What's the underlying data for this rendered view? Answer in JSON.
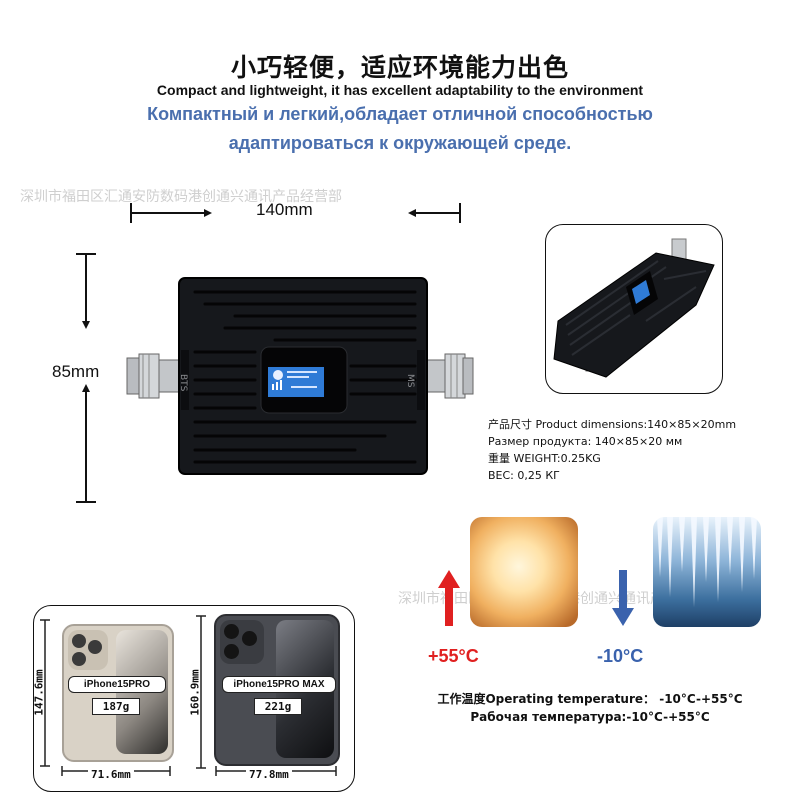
{
  "headline": {
    "zh": "小巧轻便，适应环境能力出色",
    "en": "Compact and lightweight, it has excellent adaptability to the environment",
    "ru_line1": "Компактный и легкий,обладает отличной способностью",
    "ru_line2": "адаптироваться к окружающей среде."
  },
  "watermark": {
    "text": "深圳市福田区汇通安防数码港创通兴通讯产品经营部"
  },
  "dimensions": {
    "width_label": "140mm",
    "height_label": "85mm"
  },
  "device": {
    "left_port_label": "BTS",
    "right_port_label": "MS"
  },
  "specs": {
    "line1": "产品尺寸 Product dimensions:140×85×20mm",
    "line2": "Размер продукта: 140×85×20 мм",
    "line3": "重量 WEIGHT:0.25KG",
    "line4": "ВЕС: 0,25 КГ"
  },
  "temperature": {
    "high": "+55°C",
    "low": "-10°C",
    "operating_line": "工作温度Operating temperature： -10°C-+55°C",
    "operating_line_ru": "Рабочая температура:-10°C-+55°C",
    "hot_color": "#e02020",
    "cold_color": "#3a62ad"
  },
  "phones": [
    {
      "name": "iPhone15PRO",
      "weight": "187g",
      "height": "147.6mm",
      "width": "71.6mm",
      "color": "#d9d2c6"
    },
    {
      "name": "iPhone15PRO MAX",
      "weight": "221g",
      "height": "160.9mm",
      "width": "77.8mm",
      "color": "#4a4c52"
    }
  ],
  "colors": {
    "accent_blue": "#4a6fae",
    "device_body": "#16181c",
    "lcd_blue": "#2f7bd6"
  }
}
